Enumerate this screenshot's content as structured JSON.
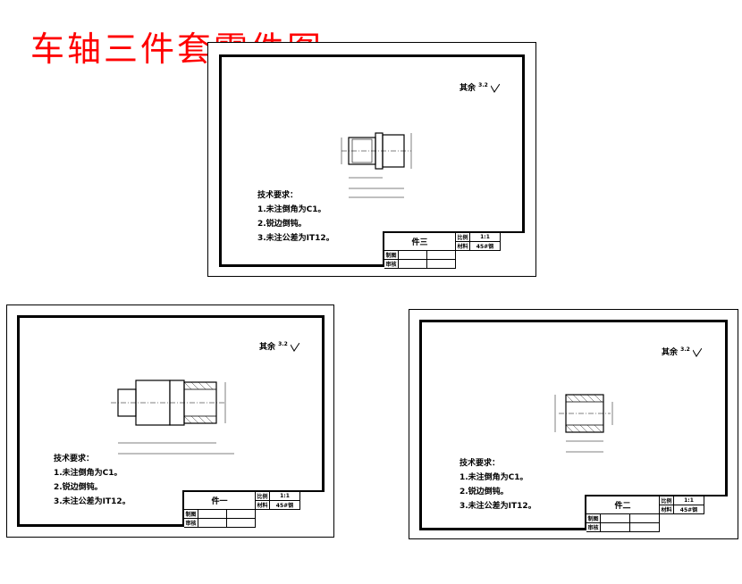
{
  "page_title": "车轴三件套零件图",
  "sheets": [
    {
      "roughness_label": "其余",
      "roughness_value": "3.2",
      "tech_title": "技术要求：",
      "tech_items": [
        "1.未注倒角为C1。",
        "2.锐边倒钝。",
        "3.未注公差为IT12。"
      ],
      "part_name": "件三",
      "scale_label": "比例",
      "scale_value": "1:1",
      "material_label": "材料",
      "material_value": "45#钢",
      "drawn_label": "制图",
      "checked_label": "审核"
    },
    {
      "roughness_label": "其余",
      "roughness_value": "3.2",
      "tech_title": "技术要求：",
      "tech_items": [
        "1.未注倒角为C1。",
        "2.锐边倒钝。",
        "3.未注公差为IT12。"
      ],
      "part_name": "件一",
      "scale_label": "比例",
      "scale_value": "1:1",
      "material_label": "材料",
      "material_value": "45#钢",
      "drawn_label": "制图",
      "checked_label": "审核"
    },
    {
      "roughness_label": "其余",
      "roughness_value": "3.2",
      "tech_title": "技术要求：",
      "tech_items": [
        "1.未注倒角为C1。",
        "2.锐边倒钝。",
        "3.未注公差为IT12。"
      ],
      "part_name": "件二",
      "scale_label": "比例",
      "scale_value": "1:1",
      "material_label": "材料",
      "material_value": "45#钢",
      "drawn_label": "制图",
      "checked_label": "审核"
    }
  ]
}
